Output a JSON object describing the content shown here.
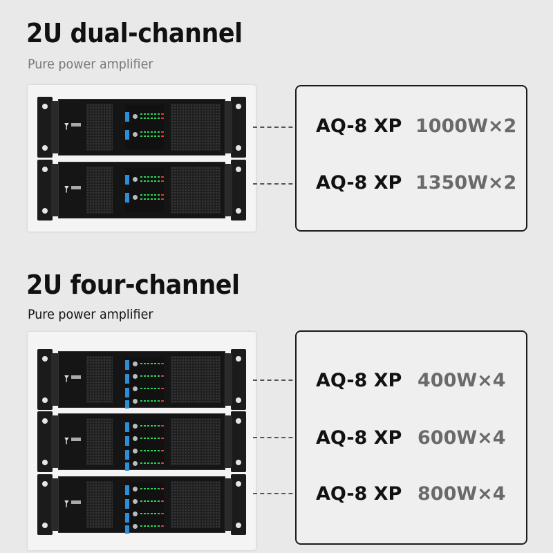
{
  "sections": [
    {
      "title": "2U dual-channel",
      "subtitle": "Pure power amplifier",
      "subtitle_color": "#777777",
      "rows": [
        {
          "model": "AQ-8 XP",
          "power": "1000W×2"
        },
        {
          "model": "AQ-8 XP",
          "power": "1350W×2"
        }
      ]
    },
    {
      "title": "2U four-channel",
      "subtitle": "Pure power amplifier",
      "subtitle_color": "#111111",
      "rows": [
        {
          "model": "AQ-8 XP",
          "power": "400W×4"
        },
        {
          "model": "AQ-8 XP",
          "power": "600W×4"
        },
        {
          "model": "AQ-8 XP",
          "power": "800W×4"
        }
      ]
    }
  ],
  "colors": {
    "background": "#e9e9e9",
    "title": "#111111",
    "power_text": "#6a6a6a",
    "meter_green": "#2bd65a",
    "panel_blue": "#2a8fd8"
  },
  "icons": [
    "amplifier-unit-image"
  ]
}
